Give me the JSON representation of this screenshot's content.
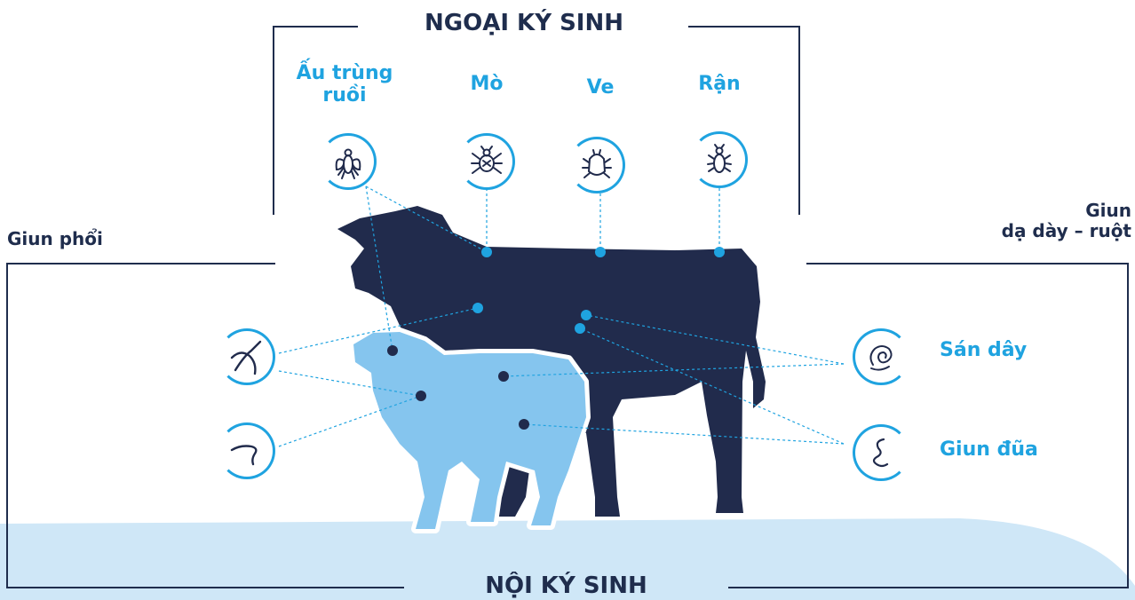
{
  "titles": {
    "ecto": "NGOẠI KÝ SINH",
    "endo": "NỘI KÝ SINH"
  },
  "side_labels": {
    "lungworm": "Giun phổi",
    "gi_line1": "Giun",
    "gi_line2": "dạ dày – ruột"
  },
  "ectoparasites": [
    {
      "line1": "Ấu trùng",
      "line2": "ruồi",
      "icon": "fly-larva-icon"
    },
    {
      "line1": "Mò",
      "icon": "mite-icon"
    },
    {
      "line1": "Ve",
      "icon": "tick-icon"
    },
    {
      "line1": "Rận",
      "icon": "louse-icon"
    }
  ],
  "endoparasites": [
    {
      "label": "Sán dây",
      "icon": "tapeworm-icon"
    },
    {
      "label": "Giun đũa",
      "icon": "roundworm-icon"
    }
  ],
  "lungworm_icons": [
    "lungworm-pair-icon",
    "lungworm-single-icon"
  ],
  "colors": {
    "navy": "#1f2d4d",
    "accent": "#1fa3e0",
    "cow": "#212b4c",
    "sheep": "#85c5ee",
    "ground": "#cfe7f7"
  }
}
